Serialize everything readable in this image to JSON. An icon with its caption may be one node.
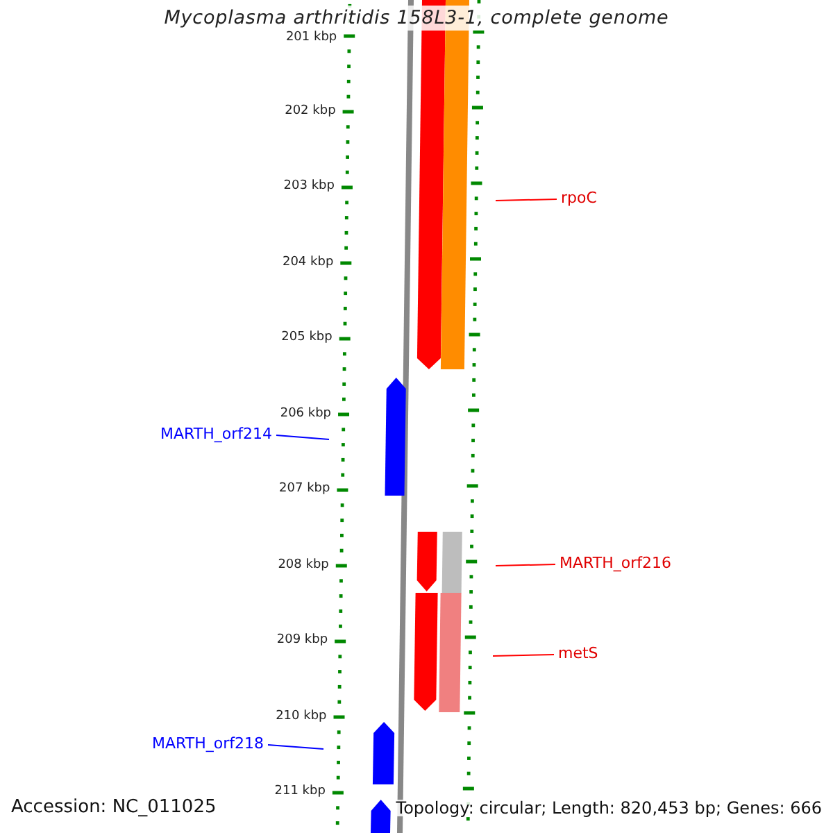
{
  "diagram": {
    "title": "Mycoplasma arthritidis 158L3-1, complete genome",
    "nodes": [
      {
        "text": [
          "rpoC"
        ]
      },
      {
        "text": [
          "MARTH_orf214"
        ]
      },
      {
        "text": [
          "MARTH_orf216"
        ]
      },
      {
        "text": [
          "metS"
        ]
      },
      {
        "text": [
          "MARTH_orf218"
        ]
      }
    ],
    "edges": [
      {
        "from": 0,
        "to": null,
        "arrow": "none"
      },
      {
        "from": 1,
        "to": null,
        "arrow": "none",
        "color": "#0000ff"
      },
      {
        "from": 2,
        "to": null,
        "arrow": "none"
      },
      {
        "from": 3,
        "to": null,
        "arrow": "none"
      },
      {
        "from": 4,
        "to": null,
        "arrow": "none",
        "color": "#0000ff"
      }
    ],
    "labels": [
      "201 kbp",
      "202 kbp",
      "203 kbp",
      "204 kbp",
      "205 kbp",
      "206 kbp",
      "207 kbp",
      "208 kbp",
      "209 kbp",
      "210 kbp",
      "211 kbp",
      "Accession: NC_011025",
      "Topology: circular; Length: 820,453 bp; Genes: 666"
    ]
  }
}
